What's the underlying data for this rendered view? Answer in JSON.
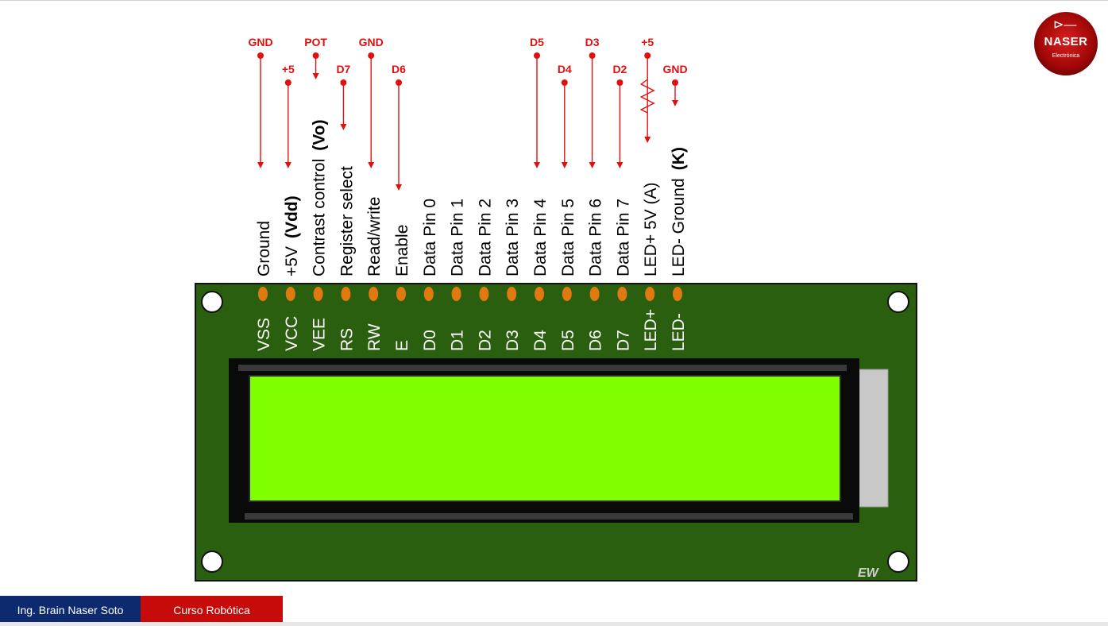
{
  "pins": [
    {
      "code": "VSS",
      "desc": "Ground",
      "connection": "GND",
      "conn_row": 0,
      "extra": ""
    },
    {
      "code": "VCC",
      "desc": "+5V",
      "connection": "+5",
      "conn_row": 1,
      "extra": "(Vdd)"
    },
    {
      "code": "VEE",
      "desc": "Contrast control",
      "connection": "POT",
      "conn_row": 0,
      "extra": "(Vo)"
    },
    {
      "code": "RS",
      "desc": "Register select",
      "connection": "D7",
      "conn_row": 1,
      "extra": ""
    },
    {
      "code": "RW",
      "desc": "Read/write",
      "connection": "GND",
      "conn_row": 0,
      "extra": ""
    },
    {
      "code": "E",
      "desc": "Enable",
      "connection": "D6",
      "conn_row": 1,
      "extra": ""
    },
    {
      "code": "D0",
      "desc": "Data Pin 0",
      "connection": "",
      "conn_row": 0,
      "extra": ""
    },
    {
      "code": "D1",
      "desc": "Data Pin 1",
      "connection": "",
      "conn_row": 0,
      "extra": ""
    },
    {
      "code": "D2",
      "desc": "Data Pin 2",
      "connection": "",
      "conn_row": 0,
      "extra": ""
    },
    {
      "code": "D3",
      "desc": "Data Pin 3",
      "connection": "",
      "conn_row": 0,
      "extra": ""
    },
    {
      "code": "D4",
      "desc": "Data Pin 4",
      "connection": "D5",
      "conn_row": 0,
      "extra": ""
    },
    {
      "code": "D5",
      "desc": "Data Pin 5",
      "connection": "D4",
      "conn_row": 1,
      "extra": ""
    },
    {
      "code": "D6",
      "desc": "Data Pin 6",
      "connection": "D3",
      "conn_row": 0,
      "extra": ""
    },
    {
      "code": "D7",
      "desc": "Data Pin 7",
      "connection": "D2",
      "conn_row": 1,
      "extra": ""
    },
    {
      "code": "LED+",
      "desc": "LED+ 5V (A)",
      "connection": "+5",
      "conn_row": 0,
      "extra": ""
    },
    {
      "code": "LED-",
      "desc": "LED- Ground",
      "connection": "GND",
      "conn_row": 1,
      "extra": "(K)"
    }
  ],
  "board": {
    "brand_mark": "EW"
  },
  "logo": {
    "name": "NASER",
    "subtitle": "Electrónica"
  },
  "footer": {
    "author": "Ing. Brain Naser Soto",
    "course": "Curso Robótica"
  },
  "colors": {
    "pcb": "#2b5f10",
    "lcd": "#7fff00",
    "pin": "#e07a10",
    "connection": "#e01010",
    "footer_author": "#0d2a6e",
    "footer_course": "#c70a0a"
  }
}
